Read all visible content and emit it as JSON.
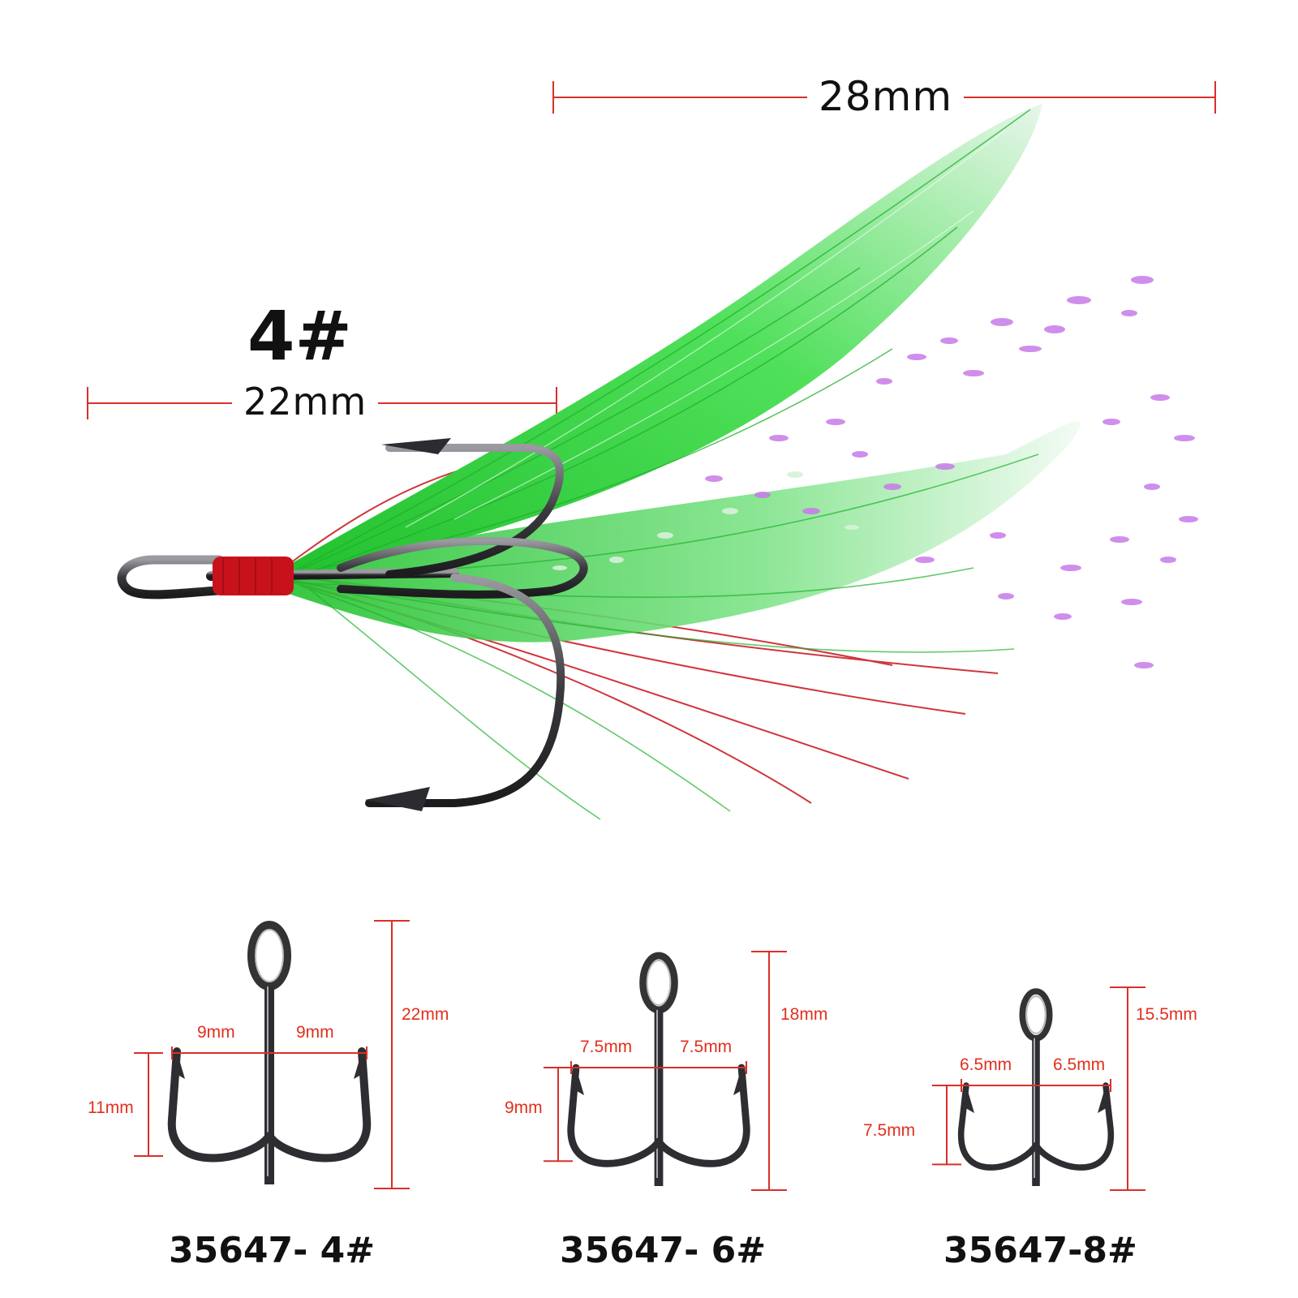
{
  "main_hook": {
    "size_label": "4#",
    "width_label": "28mm",
    "length_label": "22mm"
  },
  "colors": {
    "dimension_line": "#d9302a",
    "feather_green": "#2fc93a",
    "thread_red": "#c8121b",
    "hook_metal": "#3a3a3e",
    "flash_pink": "#c77be8"
  },
  "variants": [
    {
      "model": "35647- 4#",
      "height": "22mm",
      "left_gap": "9mm",
      "right_gap": "9mm",
      "point_height": "11mm"
    },
    {
      "model": "35647- 6#",
      "height": "18mm",
      "left_gap": "7.5mm",
      "right_gap": "7.5mm",
      "point_height": "9mm"
    },
    {
      "model": "35647-8#",
      "height": "15.5mm",
      "left_gap": "6.5mm",
      "right_gap": "6.5mm",
      "point_height": "7.5mm"
    }
  ]
}
